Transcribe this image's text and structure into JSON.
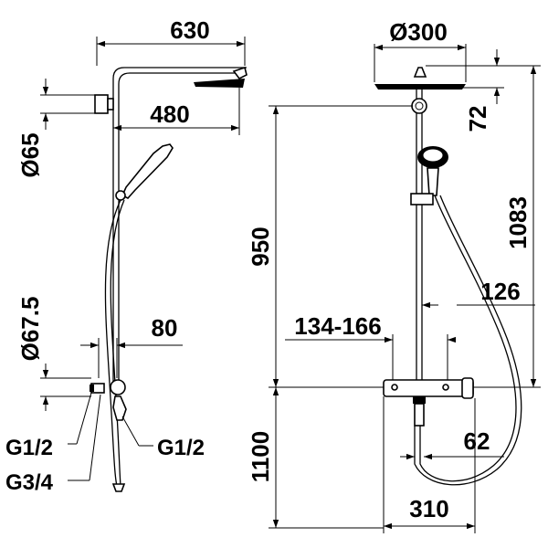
{
  "dimensions": {
    "d630": "630",
    "d480": "480",
    "d65": "Ø65",
    "d67_5": "Ø67.5",
    "d80": "80",
    "thread_g12_left": "G1/2",
    "thread_g34": "G3/4",
    "thread_g12_right": "G1/2",
    "d300": "Ø300",
    "d72": "72",
    "d950": "950",
    "d1083": "1083",
    "d126": "126",
    "d134_166": "134-166",
    "d1100": "1100",
    "d62": "62",
    "d310": "310"
  }
}
